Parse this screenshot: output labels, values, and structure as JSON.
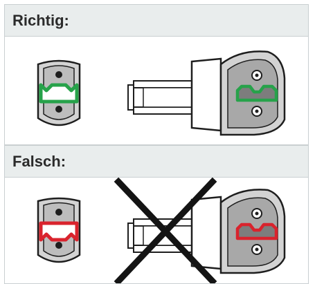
{
  "sections": [
    {
      "label": "Richtig:",
      "status": "correct",
      "accent": "#27a24a"
    },
    {
      "label": "Falsch:",
      "status": "wrong",
      "accent": "#d9232d"
    }
  ],
  "colors": {
    "outline": "#1e1e1e",
    "housing": "#d3d3d3",
    "socket_dark": "#8a8a8a",
    "cross": "#141414",
    "header_bg": "#e9eded"
  }
}
